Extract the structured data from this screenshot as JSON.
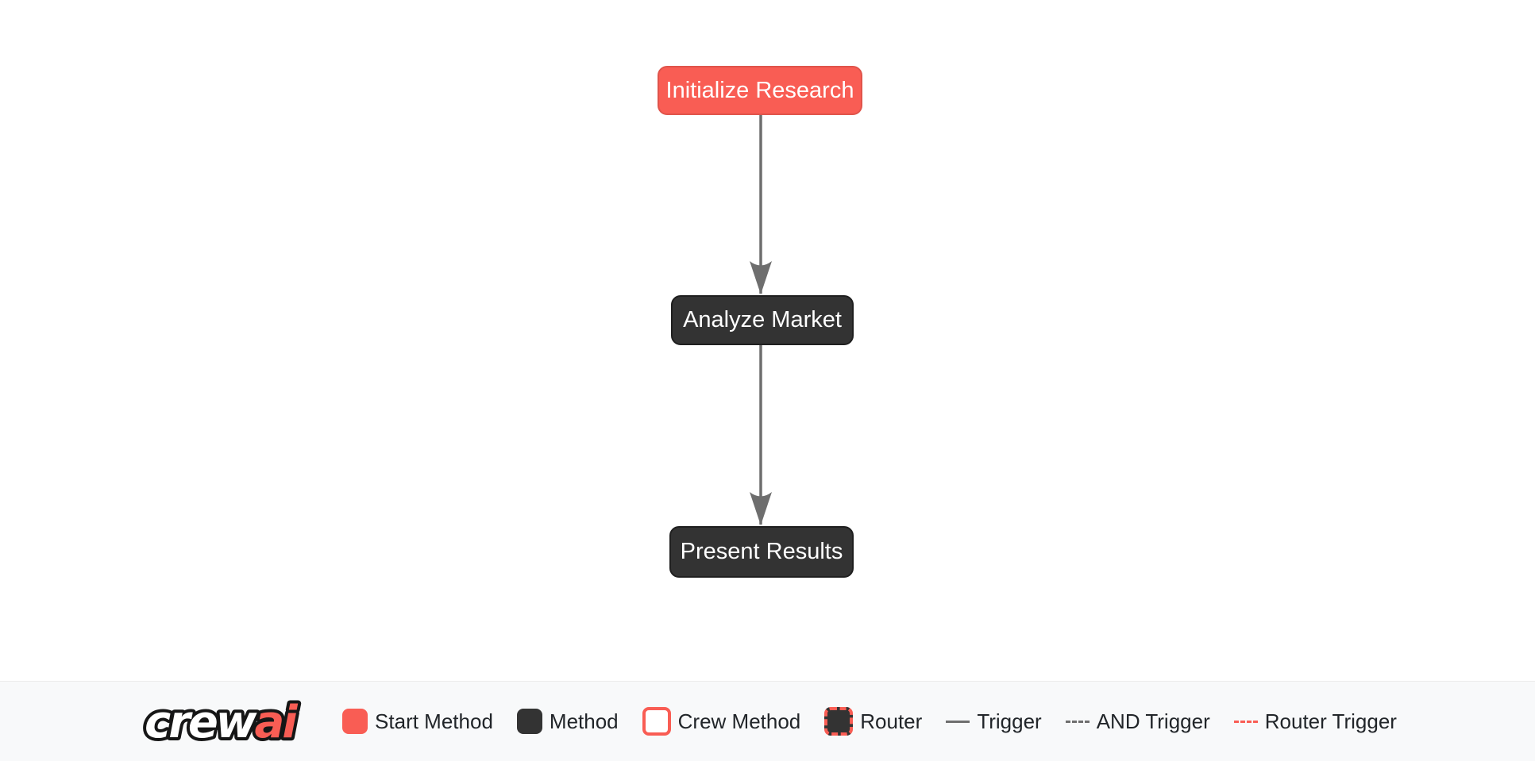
{
  "colors": {
    "coral": "#F95D54",
    "coral-border": "#E0544B",
    "dark": "#333333",
    "dark-border": "#1F1F1F",
    "edge": "#6E6E6E",
    "footer-bg": "#F8F9FA",
    "footer-border": "#ECECEC",
    "text": "#212529",
    "node-text": "#FFFFFF",
    "logo-outline": "#161616"
  },
  "flow": {
    "nodes": [
      {
        "id": "start_method",
        "label": "Initialize Research",
        "type": "start-method"
      },
      {
        "id": "method_1",
        "label": "Analyze Market",
        "type": "method"
      },
      {
        "id": "method_2",
        "label": "Present Results",
        "type": "method"
      }
    ],
    "edges": [
      {
        "from": "Initialize Research",
        "to": "Analyze Market",
        "type": "trigger"
      },
      {
        "from": "Analyze Market",
        "to": "Present Results",
        "type": "trigger"
      }
    ]
  },
  "footer": {
    "logo": {
      "part1": "crew",
      "part2": "ai"
    },
    "legend": {
      "items": [
        {
          "label": "Start Method",
          "swatch": "start-method"
        },
        {
          "label": "Method",
          "swatch": "method"
        },
        {
          "label": "Crew Method",
          "swatch": "crew-method"
        },
        {
          "label": "Router",
          "swatch": "router"
        },
        {
          "label": "Trigger",
          "swatch": "trigger-line"
        },
        {
          "label": "AND Trigger",
          "swatch": "and-trigger-line"
        },
        {
          "label": "Router Trigger",
          "swatch": "router-trigger-line"
        }
      ]
    }
  }
}
